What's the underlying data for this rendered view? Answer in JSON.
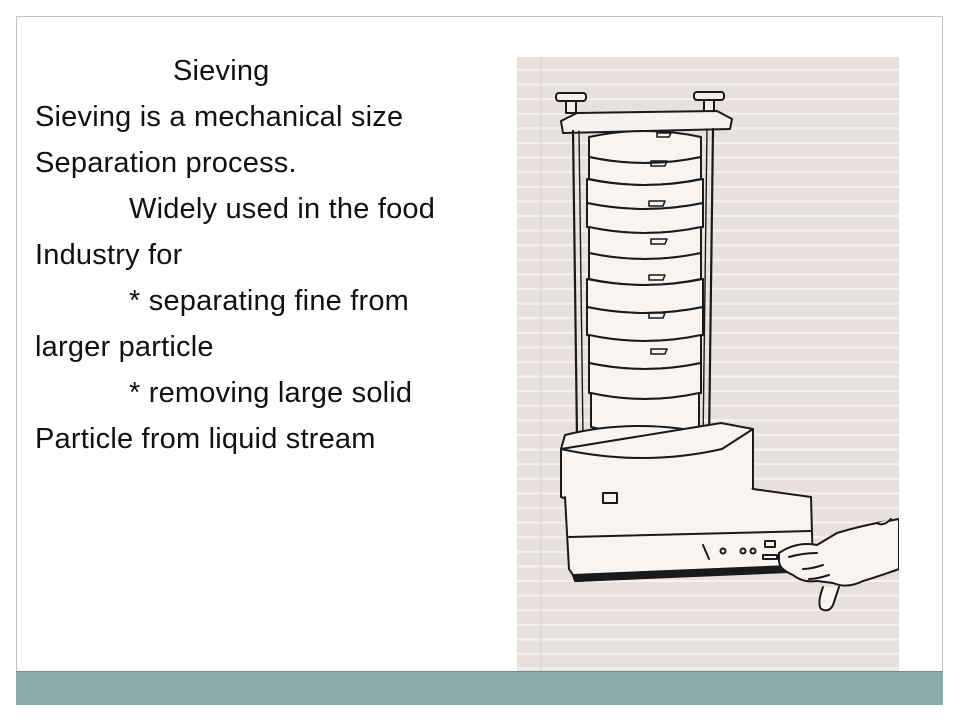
{
  "slide": {
    "title": "Sieving",
    "lines": [
      "Sieving is a mechanical size",
      "Separation process.",
      "Widely used in the food",
      "Industry for",
      "* separating fine from",
      "larger particle",
      "*  removing large solid",
      "Particle from liquid stream"
    ]
  },
  "illustration": {
    "subject": "sieve-shaker-stack",
    "background_color": "#e8e0dd",
    "line_color": "#f6f2f0"
  },
  "theme": {
    "footer_color": "#8aa9a9",
    "text_color": "#111111"
  }
}
